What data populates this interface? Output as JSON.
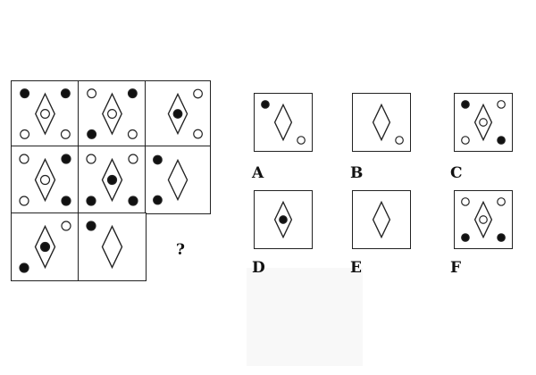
{
  "puzzle": {
    "question_mark": "?",
    "grid": [
      {
        "id": "r1c1",
        "diamond": true,
        "center": "white",
        "tl": "black",
        "tr": "black",
        "bl": "white",
        "br": "white"
      },
      {
        "id": "r1c2",
        "diamond": true,
        "center": "white",
        "tl": "white",
        "tr": "black",
        "bl": "black",
        "br": "white"
      },
      {
        "id": "r1c3",
        "diamond": true,
        "center": "black",
        "tl": null,
        "tr": "white",
        "bl": null,
        "br": "white"
      },
      {
        "id": "r2c1",
        "diamond": true,
        "center": "white",
        "tl": "white",
        "tr": "black",
        "bl": "white",
        "br": "black"
      },
      {
        "id": "r2c2",
        "diamond": true,
        "center": "black",
        "tl": "white",
        "tr": "white",
        "bl": "black",
        "br": "black"
      },
      {
        "id": "r2c3",
        "diamond": true,
        "center": null,
        "tl": "black",
        "tr": null,
        "bl": "black",
        "br": null
      },
      {
        "id": "r3c1",
        "diamond": true,
        "center": "black",
        "tl": null,
        "tr": "white",
        "bl": "black",
        "br": null
      },
      {
        "id": "r3c2",
        "diamond": true,
        "center": null,
        "tl": "black",
        "tr": null,
        "bl": null,
        "br": null
      }
    ],
    "options": [
      {
        "label": "A",
        "diamond": true,
        "center": null,
        "tl": "black",
        "tr": null,
        "bl": null,
        "br": "white"
      },
      {
        "label": "B",
        "diamond": true,
        "center": null,
        "tl": null,
        "tr": null,
        "bl": null,
        "br": "white"
      },
      {
        "label": "C",
        "diamond": true,
        "center": "white",
        "tl": "black",
        "tr": "white",
        "bl": "white",
        "br": "black"
      },
      {
        "label": "D",
        "diamond": true,
        "center": "black",
        "tl": null,
        "tr": null,
        "bl": null,
        "br": null
      },
      {
        "label": "E",
        "diamond": true,
        "center": null,
        "tl": null,
        "tr": null,
        "bl": null,
        "br": null
      },
      {
        "label": "F",
        "diamond": true,
        "center": "white",
        "tl": "white",
        "tr": "white",
        "bl": "black",
        "br": "black"
      }
    ],
    "colors": {
      "ink": "#222222",
      "fill_black": "#111111",
      "fill_white": "#ffffff"
    }
  }
}
